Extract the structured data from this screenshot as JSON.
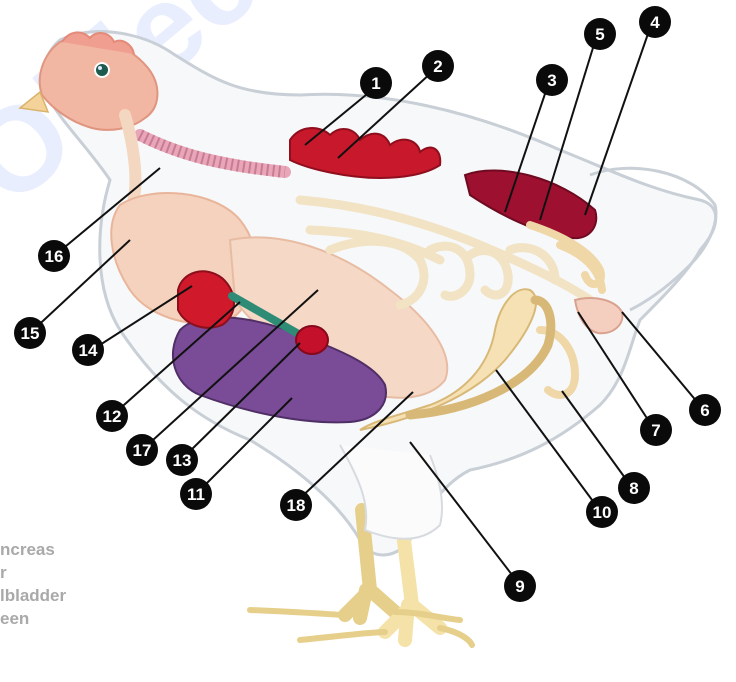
{
  "diagram": {
    "watermark": "Object",
    "labels": [
      "1",
      "2",
      "3",
      "4",
      "5",
      "6",
      "7",
      "8",
      "9",
      "10",
      "11",
      "12",
      "13",
      "14",
      "15",
      "16",
      "17",
      "18"
    ],
    "legend_items": [
      "ncreas",
      "r",
      "lbladder",
      "een"
    ],
    "colors": {
      "background": "#ffffff",
      "body_outline": "#c9cfd6",
      "body_fill": "#f7f8f9",
      "head_skin": "#f2b7a3",
      "beak": "#f4d39a",
      "esophagus_crop": "#f3c7a1",
      "lungs": "#c8182b",
      "kidneys": "#9e1030",
      "intestine": "#f6e1b5",
      "liver": "#7a4b96",
      "heart": "#d0192b",
      "gallbladder": "#2e8b75",
      "spleen": "#c4102a",
      "legs": "#f4e2a8",
      "trachea": "#e8a6b8",
      "marker_fill": "#0a0a0a",
      "marker_text": "#ffffff",
      "leader_line": "#111111",
      "watermark": "#4a70ff",
      "legend_text": "#a9a9a9"
    },
    "icons": [
      "chicken-anatomy-illustration"
    ]
  }
}
